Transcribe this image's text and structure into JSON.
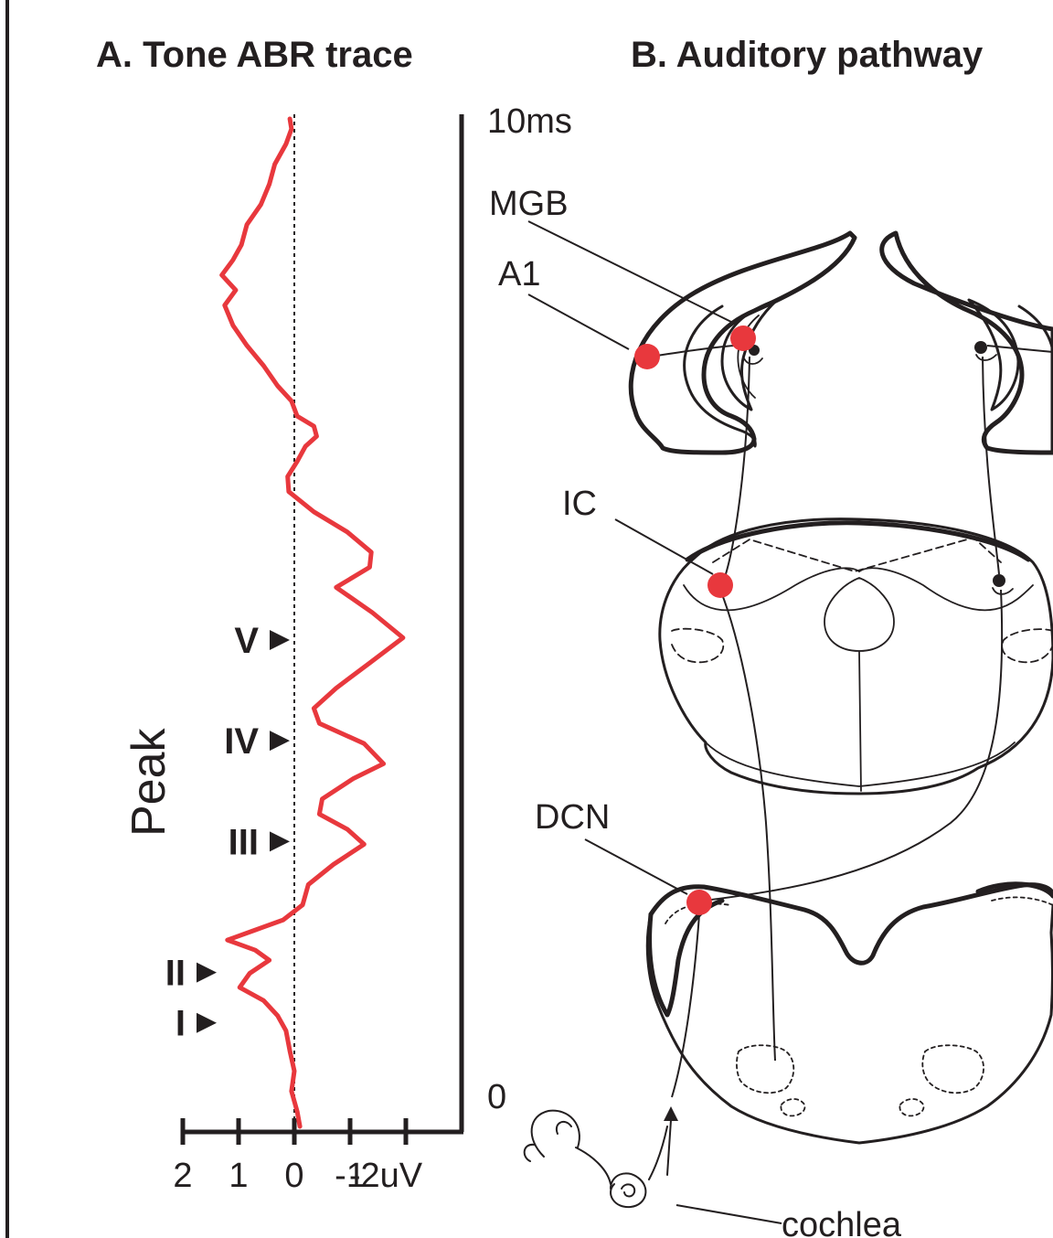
{
  "panel_a": {
    "title": "A. Tone ABR trace",
    "time_axis": {
      "top_label": "10ms",
      "bottom_label": "0",
      "range_ms": [
        0,
        10
      ]
    },
    "amplitude_axis": {
      "ticks": [
        "2",
        "1",
        "0",
        "-1",
        "-2uV"
      ],
      "range_uV": [
        2,
        -2
      ]
    },
    "axis_title": "Peak",
    "peaks": [
      {
        "label": "I",
        "time_ms": 1.3
      },
      {
        "label": "II",
        "time_ms": 1.8
      },
      {
        "label": "III",
        "time_ms": 3.1
      },
      {
        "label": "IV",
        "time_ms": 4.1
      },
      {
        "label": "V",
        "time_ms": 5.1
      }
    ],
    "trace_color": "#e8383d",
    "trace": [
      [
        0.0,
        -0.1
      ],
      [
        0.15,
        -0.05
      ],
      [
        0.35,
        0.05
      ],
      [
        0.55,
        0.0
      ],
      [
        0.75,
        0.08
      ],
      [
        0.95,
        0.15
      ],
      [
        1.1,
        0.3
      ],
      [
        1.25,
        0.55
      ],
      [
        1.38,
        0.98
      ],
      [
        1.52,
        0.8
      ],
      [
        1.65,
        0.45
      ],
      [
        1.75,
        0.7
      ],
      [
        1.85,
        1.2
      ],
      [
        1.95,
        0.7
      ],
      [
        2.05,
        0.2
      ],
      [
        2.2,
        -0.15
      ],
      [
        2.4,
        -0.25
      ],
      [
        2.6,
        -0.7
      ],
      [
        2.8,
        -1.25
      ],
      [
        2.95,
        -0.95
      ],
      [
        3.1,
        -0.45
      ],
      [
        3.25,
        -0.5
      ],
      [
        3.45,
        -1.05
      ],
      [
        3.6,
        -1.6
      ],
      [
        3.8,
        -1.25
      ],
      [
        4.0,
        -0.45
      ],
      [
        4.15,
        -0.35
      ],
      [
        4.35,
        -0.75
      ],
      [
        4.6,
        -1.35
      ],
      [
        4.85,
        -1.95
      ],
      [
        5.1,
        -1.4
      ],
      [
        5.35,
        -0.75
      ],
      [
        5.55,
        -1.35
      ],
      [
        5.7,
        -1.38
      ],
      [
        5.9,
        -0.95
      ],
      [
        6.1,
        -0.35
      ],
      [
        6.3,
        0.1
      ],
      [
        6.45,
        0.12
      ],
      [
        6.6,
        -0.05
      ],
      [
        6.75,
        -0.2
      ],
      [
        6.85,
        -0.4
      ],
      [
        6.95,
        -0.35
      ],
      [
        7.05,
        -0.05
      ],
      [
        7.2,
        0.05
      ],
      [
        7.35,
        0.3
      ],
      [
        7.55,
        0.55
      ],
      [
        7.75,
        0.85
      ],
      [
        7.95,
        1.1
      ],
      [
        8.15,
        1.25
      ],
      [
        8.3,
        1.05
      ],
      [
        8.45,
        1.3
      ],
      [
        8.6,
        1.1
      ],
      [
        8.75,
        0.95
      ],
      [
        8.95,
        0.85
      ],
      [
        9.15,
        0.6
      ],
      [
        9.35,
        0.45
      ],
      [
        9.55,
        0.35
      ],
      [
        9.75,
        0.15
      ],
      [
        9.9,
        0.05
      ],
      [
        10.0,
        0.08
      ]
    ]
  },
  "panel_b": {
    "title": "B. Auditory pathway",
    "regions": [
      {
        "label": "MGB"
      },
      {
        "label": "A1"
      },
      {
        "label": "IC"
      },
      {
        "label": "DCN"
      },
      {
        "label": "cochlea"
      }
    ],
    "marker_color": "#e8383d"
  }
}
